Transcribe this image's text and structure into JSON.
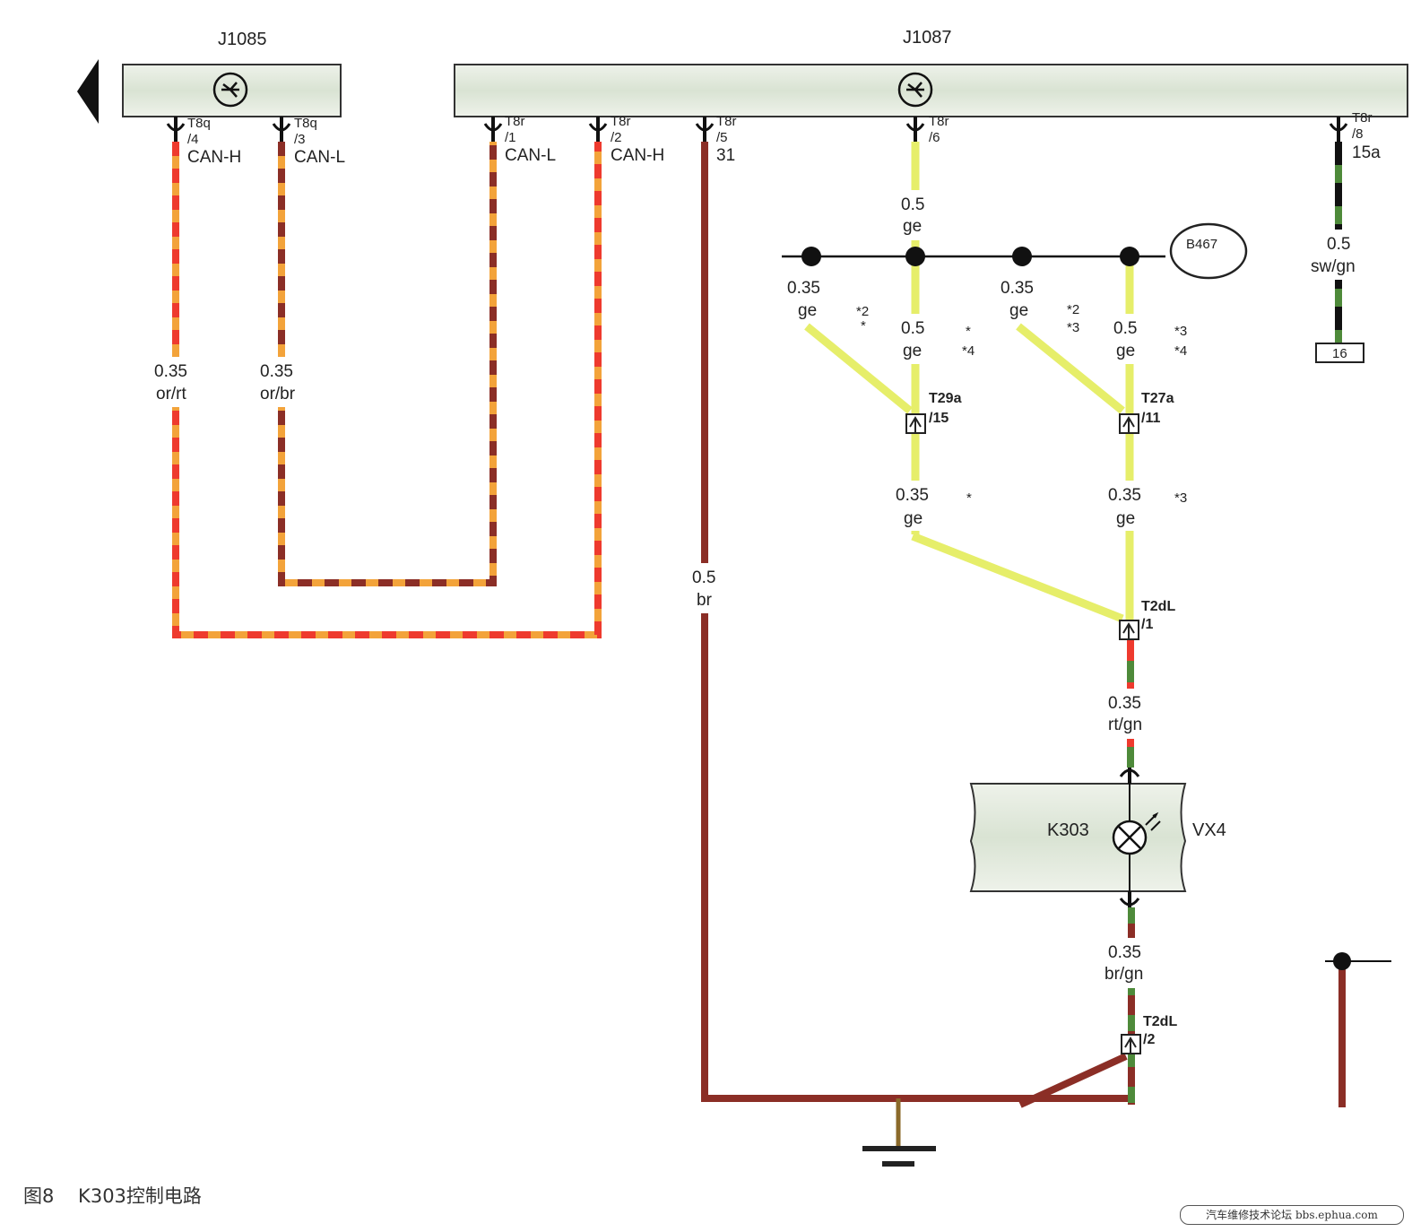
{
  "modules": {
    "j1085": "J1085",
    "j1087": "J1087",
    "k303": "K303",
    "vx4": "VX4",
    "b467": "B467"
  },
  "pins": {
    "t8q_4": [
      "T8q",
      "/4",
      "CAN-H"
    ],
    "t8q_3": [
      "T8q",
      "/3",
      "CAN-L"
    ],
    "t8r_1": [
      "T8r",
      "/1",
      "CAN-L"
    ],
    "t8r_2": [
      "T8r",
      "/2",
      "CAN-H"
    ],
    "t8r_5": [
      "T8r",
      "/5",
      "31"
    ],
    "t8r_6": [
      "T8r",
      "/6"
    ],
    "t8r_8": [
      "T8r",
      "/8",
      "15a"
    ]
  },
  "wires": {
    "or_rt": [
      "0.35",
      "or/rt"
    ],
    "or_br": [
      "0.35",
      "or/br"
    ],
    "br": [
      "0.5",
      "br"
    ],
    "ge_top": [
      "0.5",
      "ge"
    ],
    "swgn": [
      "0.5",
      "sw/gn"
    ],
    "ge_a": [
      "0.35",
      "ge"
    ],
    "ge_b": [
      "0.5",
      "ge"
    ],
    "ge_c": [
      "0.35",
      "ge"
    ],
    "ge_d": [
      "0.5",
      "ge"
    ],
    "ge_e": [
      "0.35",
      "ge"
    ],
    "ge_f": [
      "0.35",
      "ge"
    ],
    "rtgn": [
      "0.35",
      "rt/gn"
    ],
    "brgn": [
      "0.35",
      "br/gn"
    ]
  },
  "notes": {
    "n1": [
      "*2",
      "*"
    ],
    "n2": [
      "*",
      "*4"
    ],
    "n3": [
      "*2",
      "*3"
    ],
    "n4": [
      "*3",
      "*4"
    ],
    "n5": "*",
    "n6": "*3"
  },
  "connectors": {
    "t29a": "T29a",
    "t29a_pin": "/15",
    "t27a": "T27a",
    "t27a_pin": "/11",
    "t2dl_1": "T2dL",
    "t2dl_1_pin": "/1",
    "t2dl_2": "T2dL",
    "t2dl_2_pin": "/2",
    "fuse": "16"
  },
  "caption": "图8    K303控制电路",
  "watermark": "汽车维修技术论坛 bbs.ephua.com",
  "colors": {
    "yellow": "#e6ee6a",
    "orange": "#f3a33a",
    "red": "#ee3a2e",
    "brown": "#8b2e26",
    "green": "#4e8a3a",
    "black": "#111111",
    "module_fill": "#dde6d6"
  }
}
